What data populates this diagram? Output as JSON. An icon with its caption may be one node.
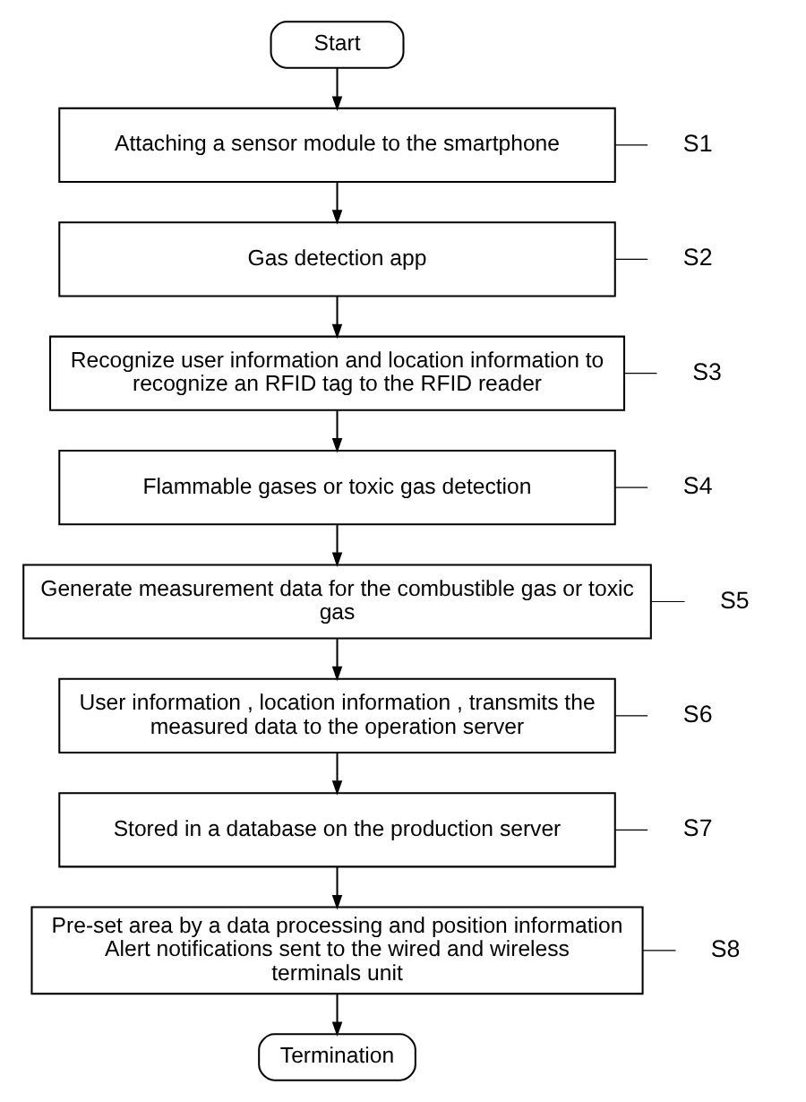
{
  "diagram": {
    "nodes": [
      {
        "text": [
          "Start"
        ]
      },
      {
        "text": [
          "Attaching a sensor module to the smartphone"
        ],
        "beside": [
          "S1"
        ]
      },
      {
        "text": [
          "Gas detection app"
        ],
        "beside": [
          "S2"
        ]
      },
      {
        "text": [
          "Recognize user information and location information to recognize an RFID tag to the RFID reader"
        ],
        "beside": [
          "S3"
        ]
      },
      {
        "text": [
          "Flammable gases or toxic gas detection"
        ],
        "beside": [
          "S4"
        ]
      },
      {
        "text": [
          "Generate measurement data for the combustible gas or toxic gas"
        ],
        "beside": [
          "S5"
        ]
      },
      {
        "text": [
          "User information , location information , transmits the measured data to the operation server"
        ],
        "beside": [
          "S6"
        ]
      },
      {
        "text": [
          "Stored in a database on the production server"
        ],
        "beside": [
          "S7"
        ]
      },
      {
        "text": [
          "Pre-set area by a data processing and position information Alert notifications sent to the wired and wireless terminals unit"
        ],
        "beside": [
          "S8"
        ]
      },
      {
        "text": [
          "Termination"
        ]
      }
    ],
    "edges": [
      {
        "from": 0,
        "to": 1,
        "arrow": "to"
      },
      {
        "from": 1,
        "to": 2,
        "arrow": "to"
      },
      {
        "from": 2,
        "to": 3,
        "arrow": "to"
      },
      {
        "from": 3,
        "to": 4,
        "arrow": "to"
      },
      {
        "from": 4,
        "to": 5,
        "arrow": "to"
      },
      {
        "from": 5,
        "to": 6,
        "arrow": "to"
      },
      {
        "from": 6,
        "to": 7,
        "arrow": "to"
      },
      {
        "from": 7,
        "to": 8,
        "arrow": "to"
      },
      {
        "from": 8,
        "to": 9,
        "arrow": "to"
      }
    ]
  }
}
